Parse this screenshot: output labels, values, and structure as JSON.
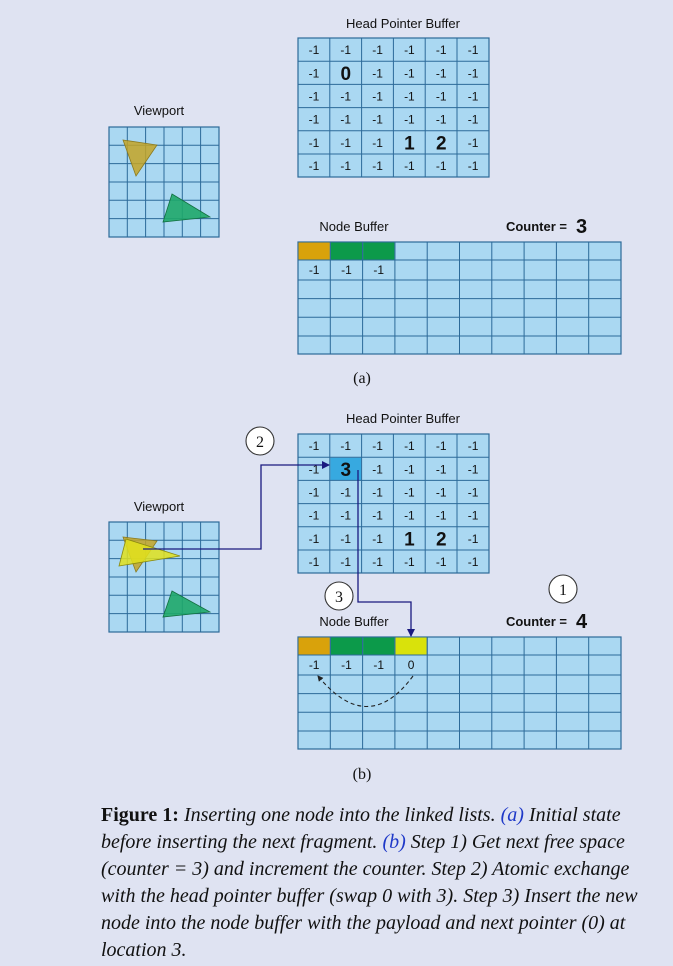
{
  "panel_a": {
    "label": "(a)",
    "viewport_title": "Viewport",
    "head_title": "Head Pointer Buffer",
    "node_title": "Node Buffer",
    "counter_label": "Counter =",
    "counter_value": "3",
    "head_grid": [
      [
        "-1",
        "-1",
        "-1",
        "-1",
        "-1",
        "-1"
      ],
      [
        "-1",
        "0",
        "-1",
        "-1",
        "-1",
        "-1"
      ],
      [
        "-1",
        "-1",
        "-1",
        "-1",
        "-1",
        "-1"
      ],
      [
        "-1",
        "-1",
        "-1",
        "-1",
        "-1",
        "-1"
      ],
      [
        "-1",
        "-1",
        "-1",
        "1",
        "2",
        "-1"
      ],
      [
        "-1",
        "-1",
        "-1",
        "-1",
        "-1",
        "-1"
      ]
    ],
    "node_next": [
      "-1",
      "-1",
      "-1"
    ]
  },
  "panel_b": {
    "label": "(b)",
    "viewport_title": "Viewport",
    "head_title": "Head Pointer Buffer",
    "node_title": "Node Buffer",
    "counter_label": "Counter =",
    "counter_value": "4",
    "head_grid": [
      [
        "-1",
        "-1",
        "-1",
        "-1",
        "-1",
        "-1"
      ],
      [
        "-1",
        "3",
        "-1",
        "-1",
        "-1",
        "-1"
      ],
      [
        "-1",
        "-1",
        "-1",
        "-1",
        "-1",
        "-1"
      ],
      [
        "-1",
        "-1",
        "-1",
        "-1",
        "-1",
        "-1"
      ],
      [
        "-1",
        "-1",
        "-1",
        "1",
        "2",
        "-1"
      ],
      [
        "-1",
        "-1",
        "-1",
        "-1",
        "-1",
        "-1"
      ]
    ],
    "node_next": [
      "-1",
      "-1",
      "-1",
      "0"
    ],
    "steps": [
      "1",
      "2",
      "3"
    ]
  },
  "colors": {
    "background": "#dfe3f2",
    "cell": "#aad8f2",
    "grid_line": "#2c6a99",
    "fragment_0": "#d9a20b",
    "fragment_1": "#0c9a4a",
    "fragment_2": "#0c9a4a",
    "fragment_3": "#d9e20b",
    "arrow": "#1a1a80",
    "highlight": "#37a9e0"
  },
  "caption": {
    "figure": "Figure 1:",
    "text_1": " Inserting one node into the linked lists. ",
    "ref_a": "(a)",
    "text_2": " Initial state before inserting the next fragment. ",
    "ref_b": "(b)",
    "text_3": " Step 1) Get next free space (counter = 3) and increment the counter. Step 2) Atomic exchange with the head pointer buffer (swap 0 with 3). Step 3) Insert the new node into the node buffer with the payload and next pointer (0) at location 3."
  }
}
